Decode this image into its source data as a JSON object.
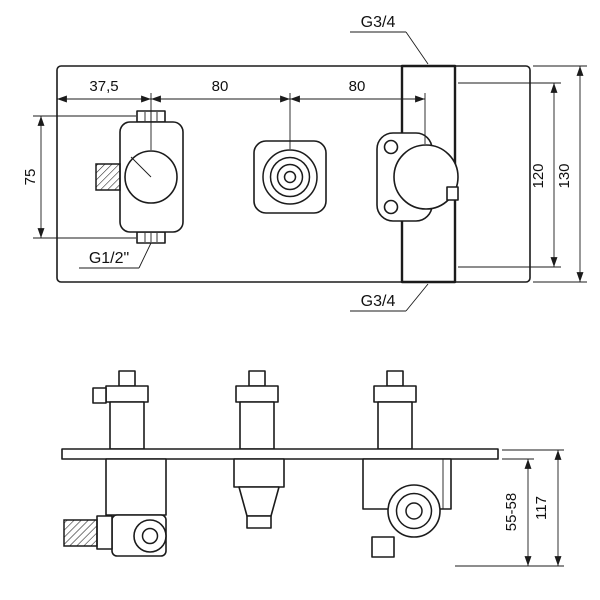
{
  "views": {
    "plan": {
      "dims": {
        "offset": "37,5",
        "pitch_left": "80",
        "pitch_right": "80",
        "vertical": "75",
        "strip_height": "120",
        "plate_height": "130"
      },
      "labels": {
        "thread_top": "G3/4",
        "thread_bottom": "G3/4",
        "thread_side": "G1/2\""
      }
    },
    "elevation": {
      "dims": {
        "total_depth": "117",
        "depth_range": "55-58"
      }
    }
  },
  "colors": {
    "line": "#1b1b1b",
    "background": "#ffffff"
  }
}
